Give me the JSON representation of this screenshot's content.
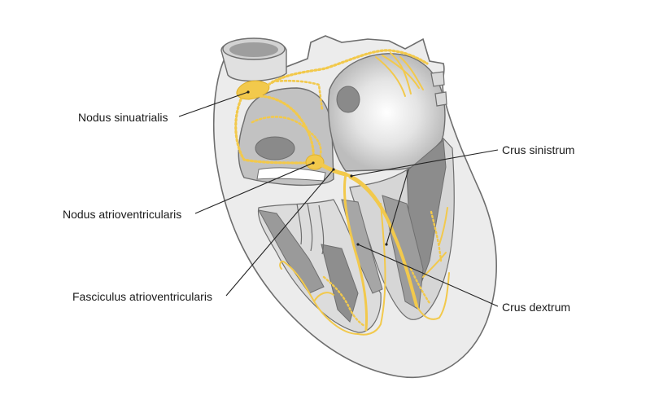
{
  "labels": {
    "sa_node": "Nodus sinuatrialis",
    "av_node": "Nodus atrioventricularis",
    "bundle": "Fasciculus atrioventricularis",
    "left_crus": "Crus sinistrum",
    "right_crus": "Crus dextrum"
  },
  "colors": {
    "conduction": "#f2c94c",
    "conduction_dark": "#e8b42a",
    "heart_wall": "#e6e6e6",
    "chamber": "#bdbdbd",
    "chamber_dark": "#8f8f8f",
    "muscle": "#9a9a9a",
    "outline": "#6e6e6e",
    "leader": "#222222"
  }
}
